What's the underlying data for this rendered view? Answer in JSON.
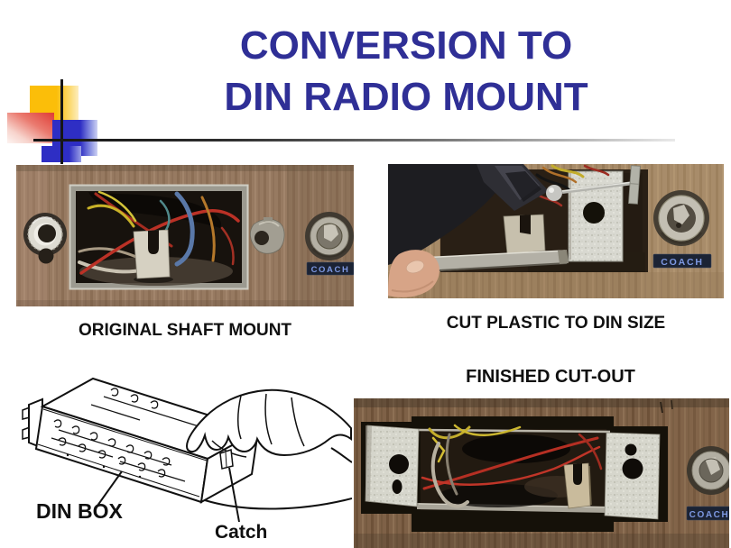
{
  "slide": {
    "title": {
      "line1": "CONVERSION TO",
      "line2": "DIN RADIO MOUNT",
      "color": "#2F2F96"
    },
    "background": "#FFFFFF"
  },
  "decoration": {
    "yellow_square": "#FBBE09",
    "red_square": "#DF3B34",
    "blue_square": "#2E2EC4",
    "line_color": "#161616"
  },
  "figures": {
    "original": {
      "caption": "ORIGINAL SHAFT MOUNT",
      "badge": "COACH"
    },
    "cutting": {
      "caption": "CUT PLASTIC TO DIN SIZE",
      "badge": "COACH"
    },
    "finished": {
      "caption": "FINISHED CUT-OUT",
      "badge": "COACH"
    },
    "dinbox": {
      "label": "DIN BOX",
      "catch_label": "Catch"
    }
  }
}
